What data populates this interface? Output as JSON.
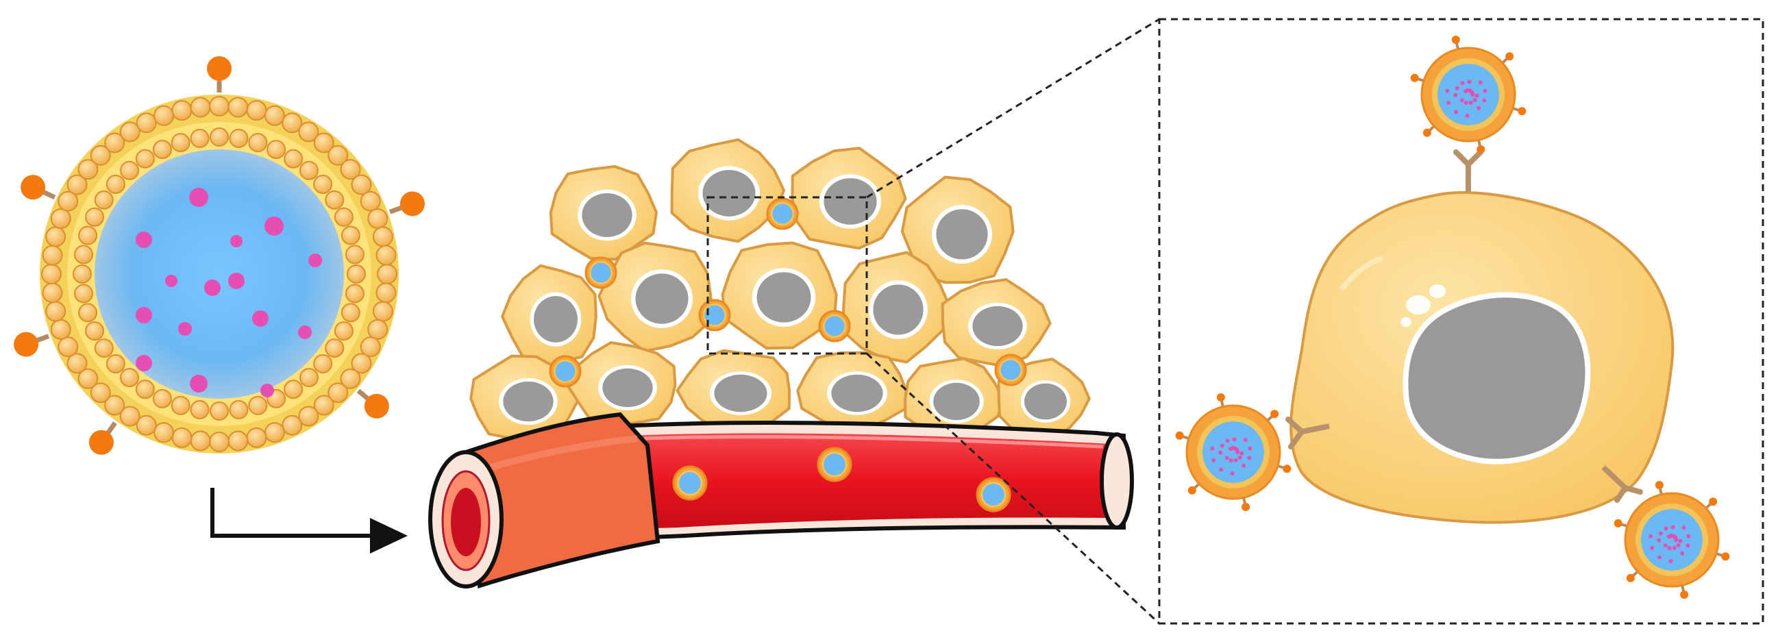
{
  "diagram": {
    "panels": [
      {
        "id": "liposome",
        "icon": "targeted-liposome-icon"
      },
      {
        "id": "tissue",
        "icon": "tumor-tissue-with-blood-vessel-icon"
      },
      {
        "id": "zoom",
        "icon": "receptor-binding-zoom-icon"
      }
    ],
    "arrow": {
      "icon": "right-arrow-icon"
    },
    "colors": {
      "lipid_head": "#f4b75e",
      "lipid_outline": "#d98f2c",
      "core": "#6bb8f3",
      "payload": "#e54fb3",
      "ligand": "#f37a10",
      "cell": "#fcd789",
      "cell_outline": "#d99a44",
      "nucleus": "#9a9a9a",
      "vessel_red": "#e8141e",
      "vessel_end": "#f07050",
      "zoom_box": "#333333"
    }
  }
}
